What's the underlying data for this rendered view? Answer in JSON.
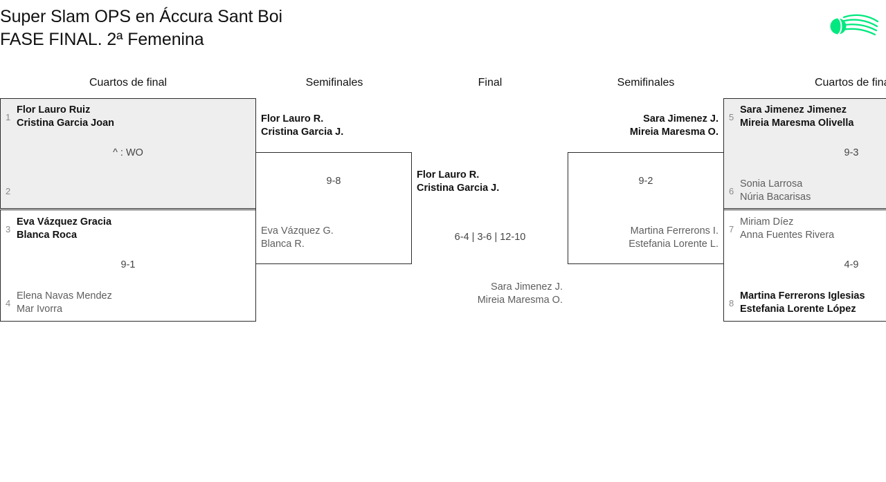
{
  "title": {
    "line1": "Super Slam OPS en Áccura Sant Boi",
    "line2": "FASE FINAL. 2ª Femenina"
  },
  "logo": {
    "name": "tennis-ball-swoosh-logo",
    "color": "#00e87f"
  },
  "colors": {
    "shaded_box": "#eeeeee",
    "border": "#2b2b2b",
    "winner_text": "#111111",
    "loser_text": "#5e5e5e",
    "seed_text": "#8a8a8a"
  },
  "headers": {
    "qf_left": "Cuartos de final",
    "sf_left": "Semifinales",
    "final": "Final",
    "sf_right": "Semifinales",
    "qf_right": "Cuartos de final"
  },
  "bracket": {
    "qf_left": [
      {
        "score": "^ : WO",
        "top": {
          "seed": "1",
          "line1": "Flor Lauro Ruiz",
          "line2": "Cristina Garcia Joan",
          "result": "win"
        },
        "bottom": {
          "seed": "2",
          "line1": "",
          "line2": "",
          "result": "lose"
        }
      },
      {
        "score": "9-1",
        "top": {
          "seed": "3",
          "line1": "Eva Vázquez Gracia",
          "line2": "Blanca Roca",
          "result": "win"
        },
        "bottom": {
          "seed": "4",
          "line1": "Elena Navas Mendez",
          "line2": "Mar Ivorra",
          "result": "lose"
        }
      }
    ],
    "sf_left": {
      "score": "9-8",
      "top": {
        "line1": "Flor Lauro R.",
        "line2": "Cristina Garcia J.",
        "result": "win"
      },
      "bottom": {
        "line1": "Eva Vázquez G.",
        "line2": "Blanca R.",
        "result": "lose"
      }
    },
    "final": {
      "score": "6-4 | 3-6 | 12-10",
      "top": {
        "line1": "Flor Lauro R.",
        "line2": "Cristina Garcia J.",
        "result": "win"
      },
      "bottom": {
        "line1": "Sara Jimenez J.",
        "line2": "Mireia Maresma O.",
        "result": "lose"
      }
    },
    "sf_right": {
      "score": "9-2",
      "top": {
        "line1": "Sara Jimenez J.",
        "line2": "Mireia Maresma O.",
        "result": "win"
      },
      "bottom": {
        "line1": "Martina Ferrerons I.",
        "line2": "Estefania Lorente L.",
        "result": "lose"
      }
    },
    "qf_right": [
      {
        "score": "9-3",
        "top": {
          "seed": "5",
          "line1": "Sara Jimenez Jimenez",
          "line2": "Mireia Maresma Olivella",
          "result": "win"
        },
        "bottom": {
          "seed": "6",
          "line1": "Sonia Larrosa",
          "line2": "Núria Bacarisas",
          "result": "lose"
        }
      },
      {
        "score": "4-9",
        "top": {
          "seed": "7",
          "line1": "Miriam Díez",
          "line2": "Anna Fuentes Rivera",
          "result": "lose"
        },
        "bottom": {
          "seed": "8",
          "line1": "Martina Ferrerons Iglesias",
          "line2": "Estefania Lorente López",
          "result": "win"
        }
      }
    ]
  }
}
